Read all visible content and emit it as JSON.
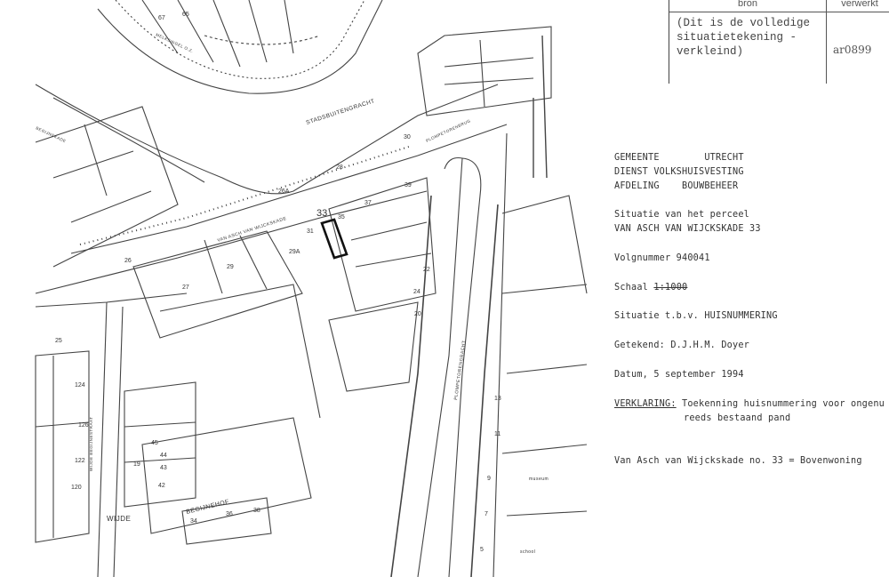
{
  "source_table": {
    "header_source": "bron",
    "header_processed": "verwerkt",
    "source_note": "(Dit is de volledige\nsituatietekening -\nverkleind)",
    "processed_code": "ar0899"
  },
  "info": {
    "org_line1_left": "GEMEENTE",
    "org_line1_right": "UTRECHT",
    "org_line2": "DIENST VOLKSHUISVESTING",
    "org_line3_left": "AFDELING",
    "org_line3_right": "BOUWBEHEER",
    "situation_line1": "Situatie van het perceel",
    "situation_line2": "VAN ASCH VAN WIJCKSKADE 33",
    "serial": "Volgnummer 940041",
    "scale_label": "Schaal",
    "scale_value": "1:1000",
    "purpose": "Situatie t.b.v. HUISNUMMERING",
    "drawn_by": "Getekend: D.J.H.M. Doyer",
    "date": "Datum, 5 september 1994",
    "declaration_label": "VERKLARING:",
    "declaration_line1": "Toekenning huisnummering voor ongenu",
    "declaration_line2": "reeds bestaand pand",
    "result": "Van Asch van Wijckskade no. 33 = Bovenwoning"
  },
  "map": {
    "labels": [
      "STADSBUITENGRACHT",
      "VAN ASCH VAN WIJCKSKADE",
      "PLOMPETORENGRACHT",
      "BEGIJNEHOF",
      "WIJDE BEGIJNESTRAAT",
      "WIJDE",
      "BEGIJNEKADE",
      "MELKSINGEL O.Z.",
      "museum",
      "school",
      "PLOMPETORENBRUG"
    ],
    "numbers": [
      "33",
      "35",
      "31",
      "28",
      "30",
      "39",
      "29",
      "26A",
      "29A",
      "37",
      "34",
      "36",
      "38",
      "42",
      "43",
      "44",
      "45",
      "19",
      "20",
      "22",
      "24",
      "26",
      "13",
      "11",
      "9",
      "7",
      "5",
      "126",
      "122",
      "120",
      "124",
      "25",
      "27",
      "65",
      "67"
    ],
    "highlight_color": "#111111"
  }
}
